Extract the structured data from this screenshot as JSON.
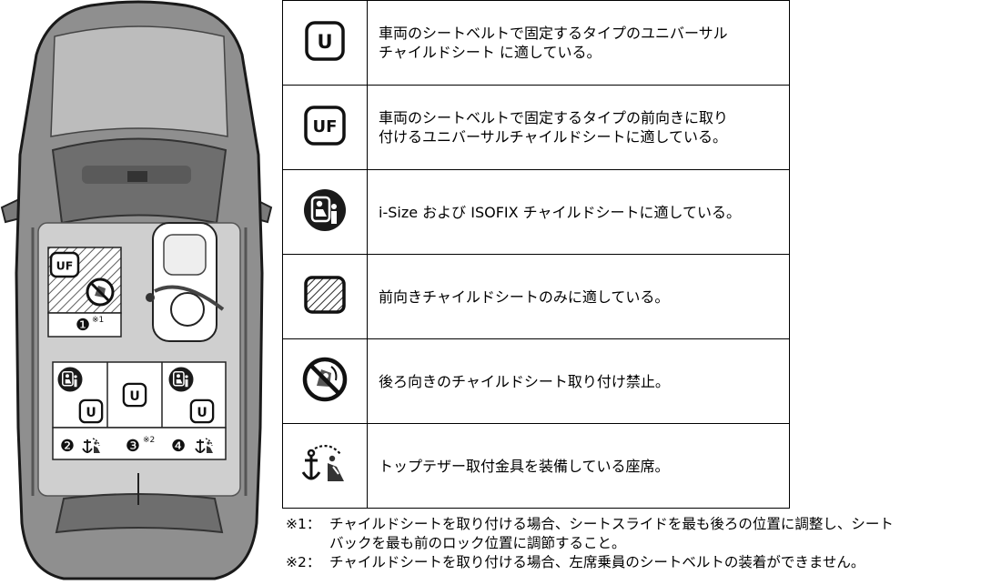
{
  "legend": [
    {
      "icon": "universal-seat-u-icon",
      "badge": "U",
      "text": "車両のシートベルトで固定するタイプのユニバーサル\nチャイルドシート に適している。"
    },
    {
      "icon": "universal-forward-uf-icon",
      "badge": "UF",
      "text": "車両のシートベルトで固定するタイプの前向きに取り\n付けるユニバーサルチャイルドシートに適している。"
    },
    {
      "icon": "isize-isofix-icon",
      "badge": "i",
      "text": "i-Size および ISOFIX チャイルドシートに適している。"
    },
    {
      "icon": "forward-facing-hatched-icon",
      "badge": "",
      "text": "前向きチャイルドシートのみに適している。"
    },
    {
      "icon": "no-rear-facing-icon",
      "badge": "",
      "text": "後ろ向きのチャイルドシート取り付け禁止。"
    },
    {
      "icon": "top-tether-anchor-icon",
      "badge": "",
      "text": "トップテザー取付金具を装備している座席。"
    }
  ],
  "seats": {
    "front_passenger": {
      "number": "❶",
      "note_ref": "※1",
      "badge": "UF"
    },
    "rear_left": {
      "number": "❷",
      "badges": [
        "i",
        "U"
      ]
    },
    "rear_center": {
      "number": "❸",
      "note_ref": "※2",
      "badges": [
        "U"
      ]
    },
    "rear_right": {
      "number": "❹",
      "badges": [
        "i",
        "U"
      ]
    }
  },
  "notes": [
    {
      "mark": "※1：",
      "text": "チャイルドシートを取り付ける場合、シートスライドを最も後ろの位置に調整し、シート\nバックを最も前のロック位置に調節すること。"
    },
    {
      "mark": "※2：",
      "text": "チャイルドシートを取り付ける場合、左席乗員のシートベルトの装着ができません。"
    }
  ]
}
